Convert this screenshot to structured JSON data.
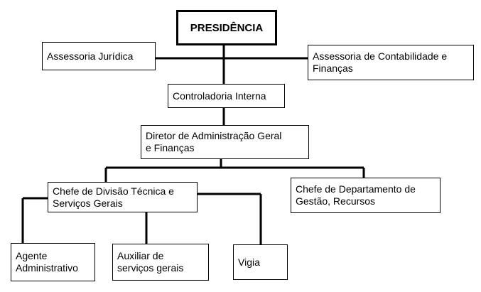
{
  "org_chart": {
    "presidencia": "PRESIDÊNCIA",
    "assessoria_juridica": "Assessoria Jurídica",
    "assessoria_contabilidade": "Assessoria de Contabilidade e\nFinanças",
    "controladoria_interna": "Controladoria Interna",
    "diretor_administracao": "Diretor de Administração Geral\ne Finanças",
    "chefe_divisao_tecnica": "Chefe de Divisão Técnica e\nServiços Gerais",
    "chefe_departamento_gestao": "Chefe de Departamento de\nGestão, Recursos",
    "agente_administrativo": "Agente\nAdministrativo",
    "auxiliar_servicos_gerais": "Auxiliar de\nserviços gerais",
    "vigia": "Vigia"
  }
}
